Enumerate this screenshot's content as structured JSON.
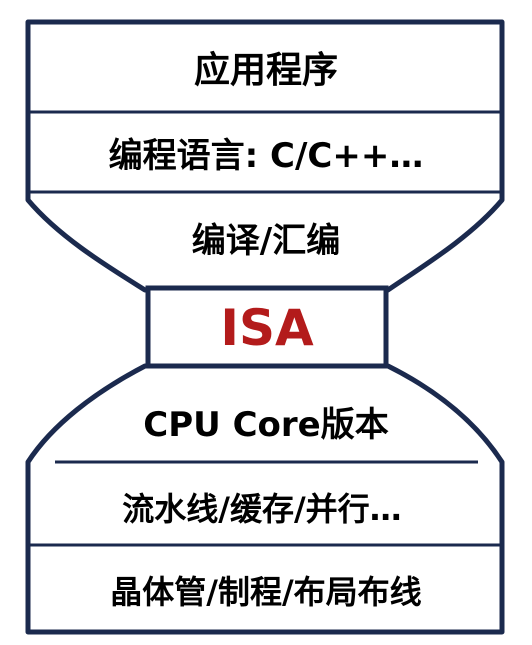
{
  "colors": {
    "outline": "#1b2a4e",
    "isa_text": "#b31b1b",
    "text": "#000000",
    "background": "#ffffff"
  },
  "top_layers": [
    {
      "label": "应用程序"
    },
    {
      "label": "编程语言: C/C++…"
    },
    {
      "label": "编译/汇编"
    }
  ],
  "waist": {
    "label": "ISA"
  },
  "bottom_layers": [
    {
      "label": "CPU Core版本"
    },
    {
      "label": "流水线/缓存/并行…"
    },
    {
      "label": "晶体管/制程/布局布线"
    }
  ]
}
